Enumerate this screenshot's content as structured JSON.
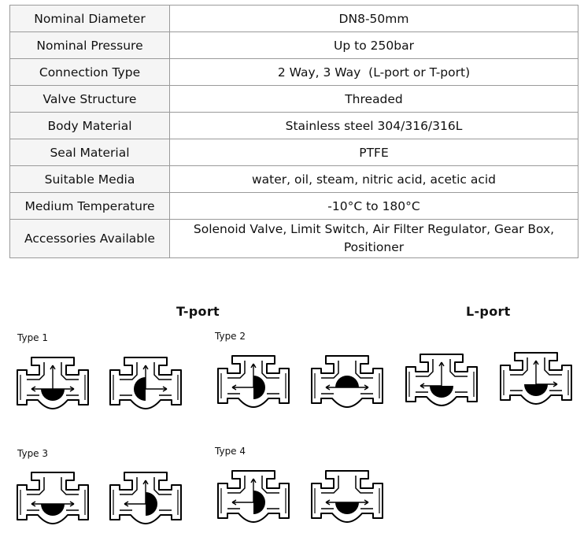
{
  "specs": [
    {
      "label": "Nominal Diameter",
      "value": "DN8-50mm"
    },
    {
      "label": "Nominal Pressure",
      "value": "Up to 250bar"
    },
    {
      "label": "Connection Type",
      "value": "2 Way, 3 Way  (L-port or T-port)"
    },
    {
      "label": "Valve Structure",
      "value": "Threaded"
    },
    {
      "label": "Body Material",
      "value": "Stainless steel 304/316/316L"
    },
    {
      "label": "Seal Material",
      "value": "PTFE"
    },
    {
      "label": "Suitable Media",
      "value": "water, oil, steam, nitric acid, acetic acid"
    },
    {
      "label": "Medium Temperature",
      "value": "-10°C to 180°C"
    },
    {
      "label": "Accessories Available",
      "value_line1": "Solenoid Valve, Limit Switch, Air Filter Regulator, Gear Box,",
      "value_line2": "Positioner"
    }
  ],
  "diagram": {
    "t_port_heading": "T-port",
    "l_port_heading": "L-port",
    "types": [
      "Type 1",
      "Type 2",
      "Type 3",
      "Type 4"
    ]
  }
}
